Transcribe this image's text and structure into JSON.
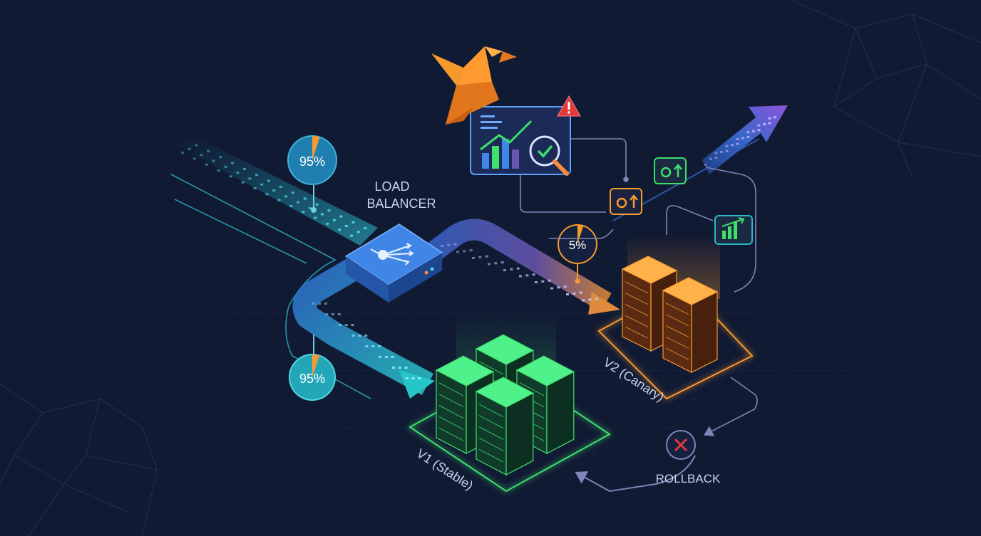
{
  "labels": {
    "load_balancer_line1": "LOAD",
    "load_balancer_line2": "BALANCER",
    "ingress_percent": "95%",
    "stable_percent": "95%",
    "canary_percent": "5%",
    "stable_label": "V1 (Stable)",
    "canary_label": "V2 (Canary)",
    "rollback_label": "ROLLBACK"
  },
  "icons": {
    "canary": "origami-bird-icon",
    "monitoring": "monitoring-dashboard-icon",
    "alert": "warning-triangle-icon",
    "magnifier": "magnifier-check-icon",
    "gear": "gear-up-arrow-icon",
    "chart": "bar-chart-up-icon",
    "rollback": "cancel-x-icon",
    "balancer": "router-split-icon"
  },
  "colors": {
    "background": "#111a33",
    "stable": "#3ee06c",
    "canary": "#f79a2e",
    "balancer": "#3f86e6",
    "traffic": "#2bb7c8",
    "promote": "#8a5cf0",
    "alert": "#e23a3a"
  }
}
